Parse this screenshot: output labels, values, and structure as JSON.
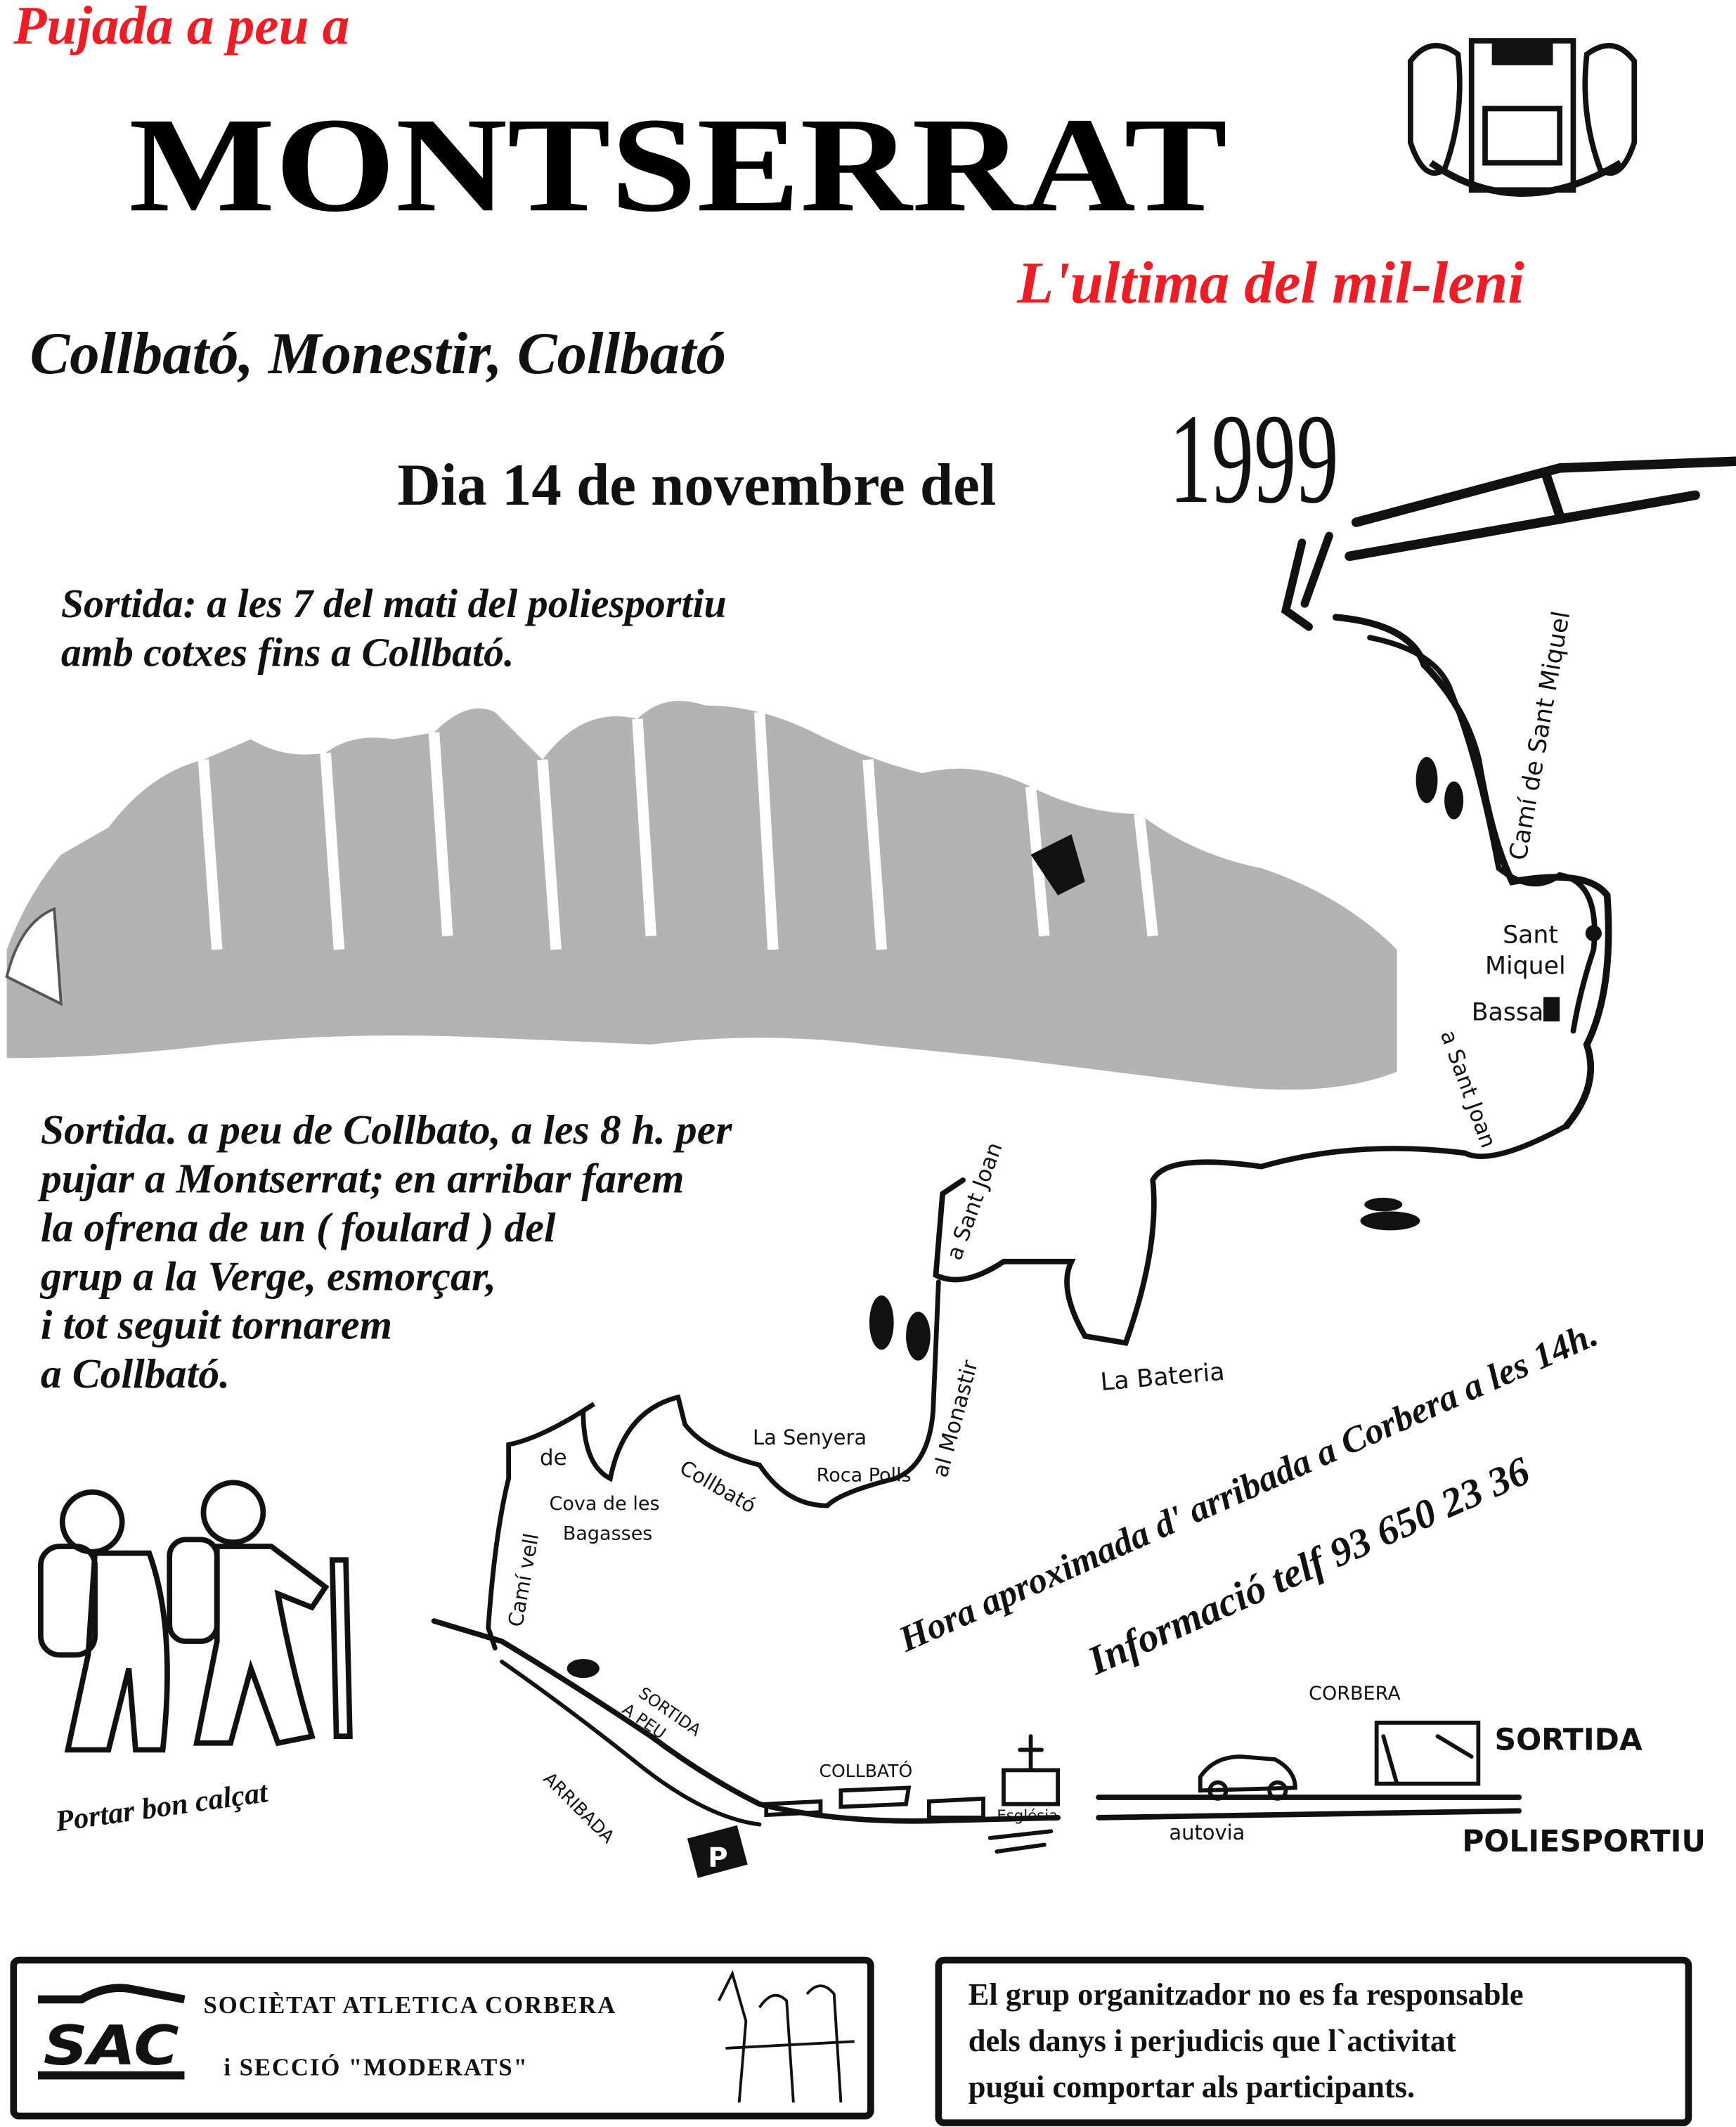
{
  "header": {
    "pre_title": "Pujada a peu a",
    "title": "MONTSERRAT",
    "subtitle": "L'ultima del mil-leni",
    "route": "Collbató, Monestir, Collbató",
    "date_text": "Dia 14 de novembre del",
    "year": "1999"
  },
  "departure": {
    "line1": "Sortida: a les 7 del mati del poliesportiu",
    "line2": "amb cotxes fins a Collbató."
  },
  "walk": {
    "lines": [
      "Sortida. a peu de Collbato, a les 8 h. per",
      "pujar a Montserrat; en arribar farem",
      "la ofrena de un ( foulard ) del",
      "grup a la Verge, esmorçar,",
      "i tot seguit  tornarem",
      "a Collbató."
    ]
  },
  "footwear_note": "Portar bon calçat",
  "arrival_info": {
    "arrival": "Hora aproximada d' arribada a Corbera a les  14h.",
    "phone": "Informació telf  93 650 23 36"
  },
  "map_labels": {
    "cami_sant_miquel": "Camí de Sant Miquel",
    "sant": "Sant",
    "miquel": "Miquel",
    "bassa": "Bassa",
    "a_sant_joan_1": "a Sant Joan",
    "a_sant_joan_2": "a Sant Joan",
    "la_bateria": "La Bateria",
    "al_monastir": "al Monastir",
    "la_senyera": "La Senyera",
    "roca_polls": "Roca Polls",
    "collbato_path": "Collbató",
    "de": "de",
    "cova_1": "Cova de les",
    "cova_2": "Bagasses",
    "cami_vell": "Camí vell",
    "sortida_a_peu_1": "SORTIDA",
    "sortida_a_peu_2": "A PEU",
    "arribada": "ARRIBADA",
    "collbato_town": "COLLBATÓ",
    "esglesia": "Església",
    "autovia": "autovia",
    "corbera": "CORBERA",
    "sortida": "SORTIDA",
    "poliesportiu": "POLIESPORTIU",
    "parking": "P"
  },
  "footer": {
    "club_line1": "SOCIÈTAT ATLETICA CORBERA",
    "club_line2": "i SECCIÓ \"MODERATS\"",
    "club_logo_text": "SAC",
    "disclaimer": [
      "El grup organitzador no es fa responsable",
      "dels danys i perjudicis que l`activitat",
      "pugui comportar als participants."
    ]
  },
  "colors": {
    "red": "#ee1c24",
    "ink": "#111111",
    "mountain_gray": "#b3b3b3"
  }
}
